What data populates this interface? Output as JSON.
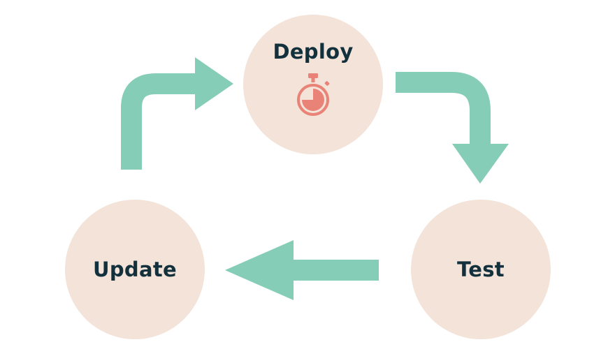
{
  "diagram": {
    "type": "cycle",
    "nodes": [
      {
        "id": "deploy",
        "label": "Deploy",
        "icon": "stopwatch-icon"
      },
      {
        "id": "test",
        "label": "Test"
      },
      {
        "id": "update",
        "label": "Update"
      }
    ],
    "edges": [
      {
        "from": "deploy",
        "to": "test"
      },
      {
        "from": "test",
        "to": "update"
      },
      {
        "from": "update",
        "to": "deploy"
      }
    ]
  },
  "colors": {
    "node_fill": "#f3e3d9",
    "label_text": "#13303d",
    "arrow": "#85cdb6",
    "icon": "#ea8377"
  }
}
